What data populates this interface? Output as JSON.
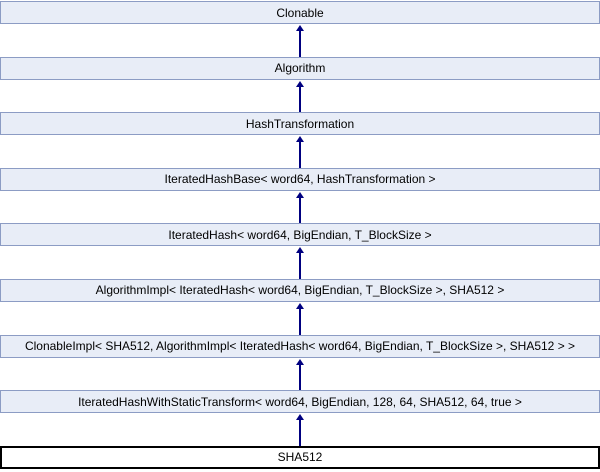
{
  "diagram": {
    "kind": "class-inheritance-diagram",
    "subject_class": "SHA512",
    "arrow_direction": "up",
    "colors": {
      "node_fill": "#E8EDF7",
      "node_border": "#8C9CC4",
      "current_node_fill": "#FFFFFF",
      "current_node_border": "#000000",
      "arrow": "#000080",
      "background": "#FFFFFF",
      "text": "#000000"
    },
    "nodes": [
      {
        "label": "Clonable",
        "current": false
      },
      {
        "label": "Algorithm",
        "current": false
      },
      {
        "label": "HashTransformation",
        "current": false
      },
      {
        "label": "IteratedHashBase< word64, HashTransformation >",
        "current": false
      },
      {
        "label": "IteratedHash< word64, BigEndian, T_BlockSize >",
        "current": false
      },
      {
        "label": "AlgorithmImpl< IteratedHash< word64, BigEndian, T_BlockSize >, SHA512 >",
        "current": false
      },
      {
        "label": "ClonableImpl< SHA512, AlgorithmImpl< IteratedHash< word64, BigEndian, T_BlockSize >, SHA512 > >",
        "current": false
      },
      {
        "label": "IteratedHashWithStaticTransform< word64, BigEndian, 128, 64, SHA512, 64, true >",
        "current": false
      },
      {
        "label": "SHA512",
        "current": true
      }
    ]
  }
}
